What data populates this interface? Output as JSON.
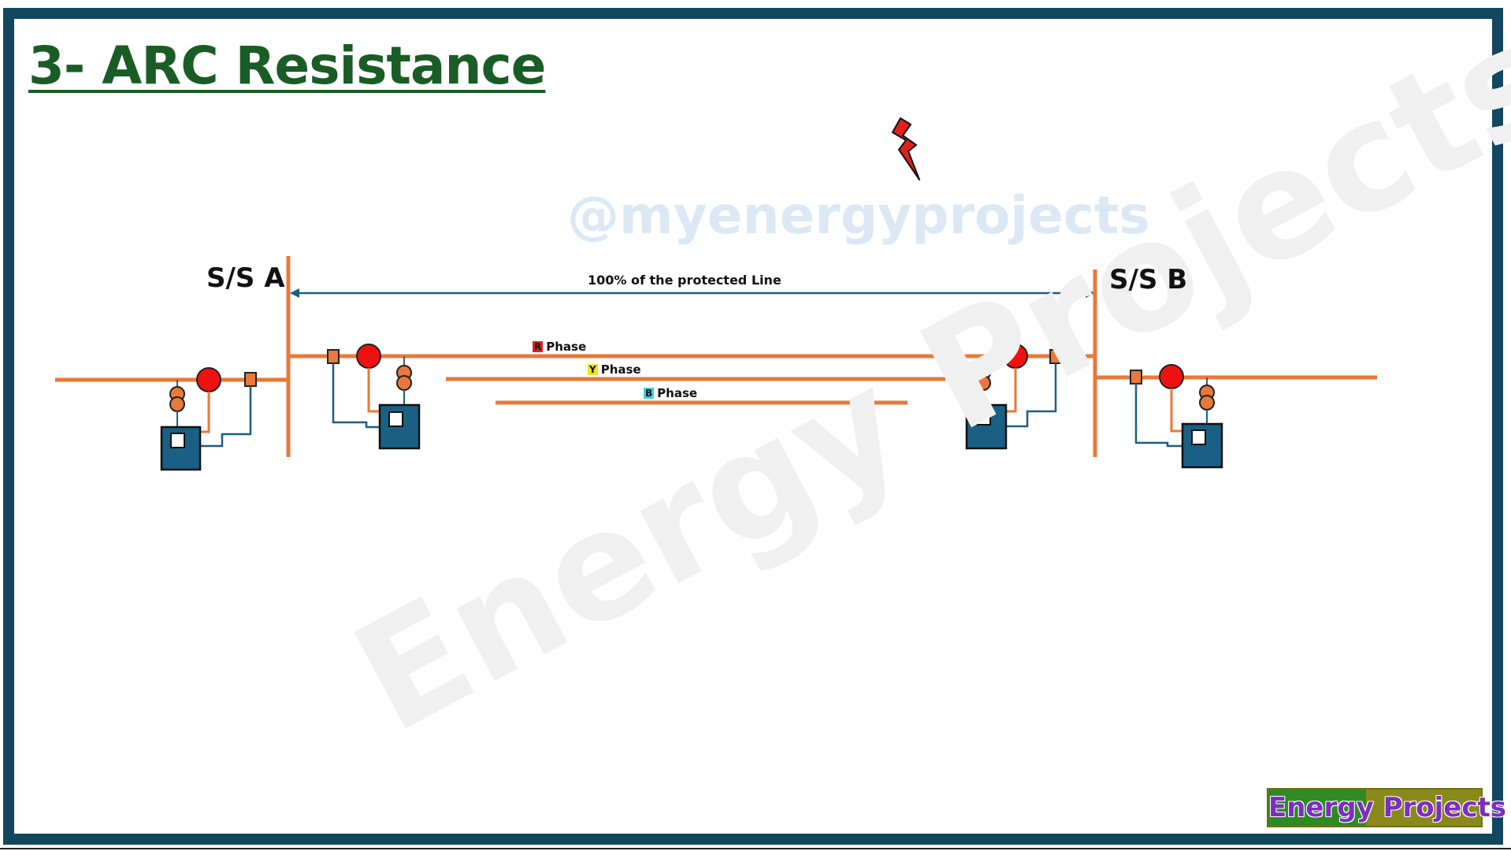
{
  "title": "3- ARC Resistance",
  "watermarks": {
    "handle": "@myenergyprojects",
    "diagonal": "Energy Projects"
  },
  "substations": {
    "a": {
      "label": "S/S A"
    },
    "b": {
      "label": "S/S B"
    }
  },
  "protected_line_label": "100% of the protected Line",
  "phases": [
    {
      "tag": "R",
      "label": "Phase",
      "tag_color": "#e02020"
    },
    {
      "tag": "Y",
      "label": "Phase",
      "tag_color": "#f2e21a"
    },
    {
      "tag": "B",
      "label": "Phase",
      "tag_color": "#3fd0d6"
    }
  ],
  "brand": {
    "text": "Energy Projects"
  },
  "colors": {
    "frame": "#12475f",
    "line": "#e8793a",
    "breaker": "#ee1111",
    "relay": "#1a5f84",
    "bolt": "#e02020"
  },
  "icons": [
    "lightning-bolt-icon",
    "circuit-breaker-icon",
    "current-transformer-icon",
    "relay-icon",
    "isolator-icon"
  ]
}
